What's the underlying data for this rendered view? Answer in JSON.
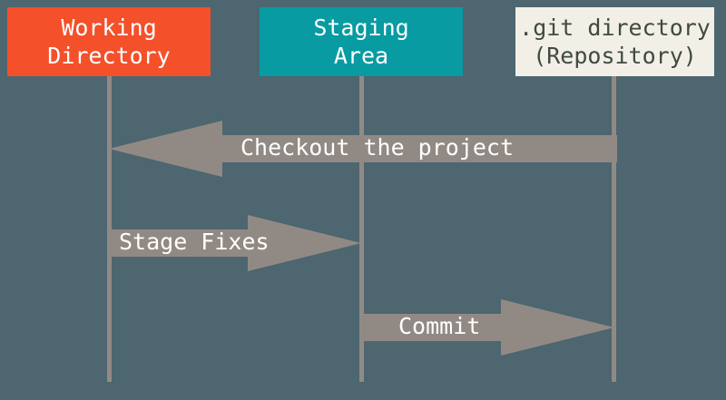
{
  "diagram": {
    "title": "Git Working Directory / Staging Area / Repository",
    "background_color": "#4d6670",
    "arrow_color": "#918a84",
    "lifeline_color": "#918a84"
  },
  "nodes": [
    {
      "id": "working-directory",
      "line1": "Working",
      "line2": "Directory",
      "fill": "#f4502a",
      "text_color": "#ffffff"
    },
    {
      "id": "staging-area",
      "line1": "Staging",
      "line2": "Area",
      "fill": "#089ba2",
      "text_color": "#ffffff"
    },
    {
      "id": "git-directory",
      "line1": ".git directory",
      "line2": "(Repository)",
      "fill": "#f2efe6",
      "text_color": "#3f4a42"
    }
  ],
  "arrows": [
    {
      "id": "checkout",
      "label": "Checkout the project",
      "direction": "left",
      "from": "git-directory",
      "to": "working-directory",
      "label_color": "#ffffff"
    },
    {
      "id": "stage-fixes",
      "label": "Stage Fixes",
      "direction": "right",
      "from": "working-directory",
      "to": "staging-area",
      "label_color": "#ffffff"
    },
    {
      "id": "commit",
      "label": "Commit",
      "direction": "right",
      "from": "staging-area",
      "to": "git-directory",
      "label_color": "#ffffff"
    }
  ]
}
